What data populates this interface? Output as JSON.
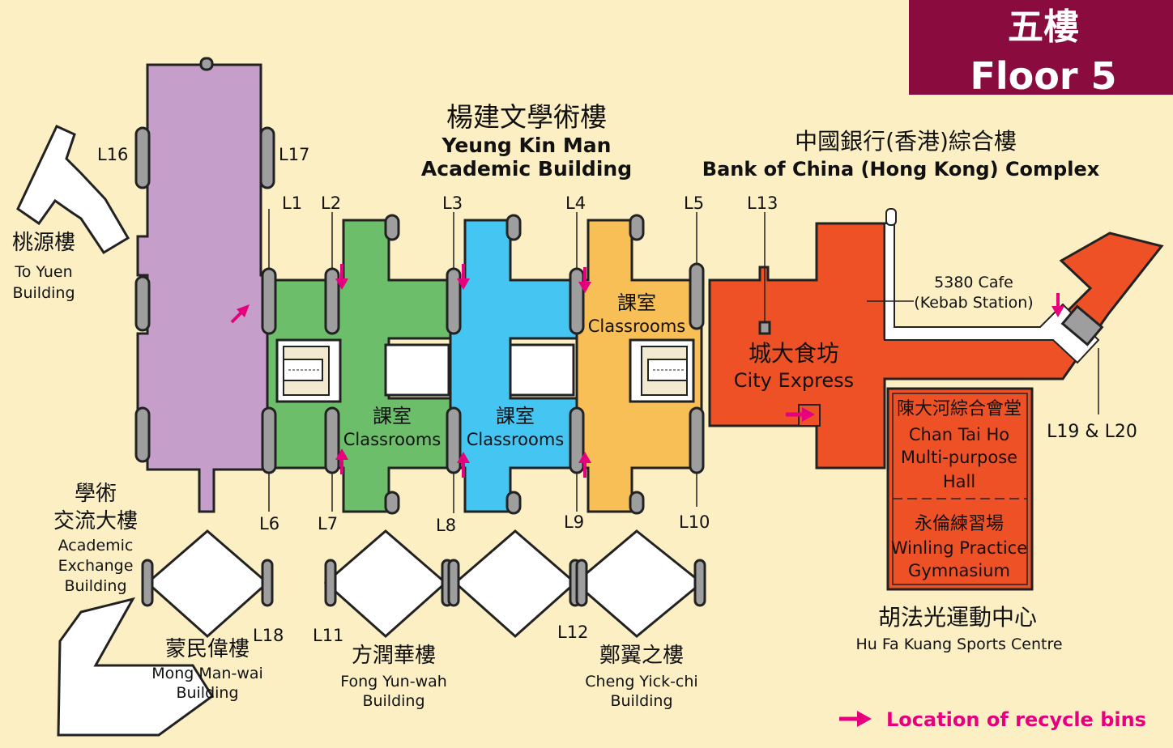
{
  "floor": {
    "zh": "五樓",
    "en": "Floor 5"
  },
  "colors": {
    "background": "#FCEFC4",
    "floor_badge": "#8A0C3E",
    "to_yuen_zone": "#C59FC9",
    "zone_green": "#6CBE6A",
    "zone_blue": "#45C5F2",
    "zone_amber": "#F7BF55",
    "bank_of_china": "#EF5127",
    "recycle_arrow": "#E6007E",
    "lift": "#9E9E9E"
  },
  "buildings": {
    "yeung_kin_man": {
      "zh": "楊建文學術樓",
      "en1": "Yeung Kin Man",
      "en2": "Academic Building"
    },
    "bank_of_china": {
      "zh": "中國銀行(香港)綜合樓",
      "en": "Bank of China (Hong Kong) Complex"
    },
    "to_yuen": {
      "zh": "桃源樓",
      "en1": "To Yuen",
      "en2": "Building"
    },
    "academic_exchange": {
      "zh1": "學術",
      "zh2": "交流大樓",
      "en1": "Academic",
      "en2": "Exchange",
      "en3": "Building"
    },
    "mong_man_wai": {
      "zh": "蒙民偉樓",
      "en1": "Mong Man-wai",
      "en2": "Building"
    },
    "fong_yun_wah": {
      "zh": "方潤華樓",
      "en1": "Fong Yun-wah",
      "en2": "Building"
    },
    "cheng_yick_chi": {
      "zh": "鄭翼之樓",
      "en1": "Cheng Yick-chi",
      "en2": "Building"
    },
    "hu_fa_kuang": {
      "zh": "胡法光運動中心",
      "en": "Hu Fa Kuang Sports Centre"
    }
  },
  "rooms": {
    "classrooms_1": {
      "zh": "課室",
      "en": "Classrooms"
    },
    "classrooms_2": {
      "zh": "課室",
      "en": "Classrooms"
    },
    "classrooms_3": {
      "zh": "課室",
      "en": "Classrooms"
    },
    "city_express": {
      "zh": "城大食坊",
      "en": "City Express"
    },
    "cafe": {
      "line1": "5380 Cafe",
      "line2": "(Kebab Station)"
    },
    "multi_purpose_hall": {
      "zh": "陳大河綜合會堂",
      "en1": "Chan Tai Ho",
      "en2": "Multi-purpose",
      "en3": "Hall"
    },
    "gymnasium": {
      "zh": "永倫練習場",
      "en1": "Winling Practice",
      "en2": "Gymnasium"
    }
  },
  "lifts": {
    "L1": "L1",
    "L2": "L2",
    "L3": "L3",
    "L4": "L4",
    "L5": "L5",
    "L6": "L6",
    "L7": "L7",
    "L8": "L8",
    "L9": "L9",
    "L10": "L10",
    "L11": "L11",
    "L12": "L12",
    "L13": "L13",
    "L16": "L16",
    "L17": "L17",
    "L18": "L18",
    "L19_L20": "L19 & L20"
  },
  "legend": {
    "recycle_bins": "Location of recycle bins"
  }
}
